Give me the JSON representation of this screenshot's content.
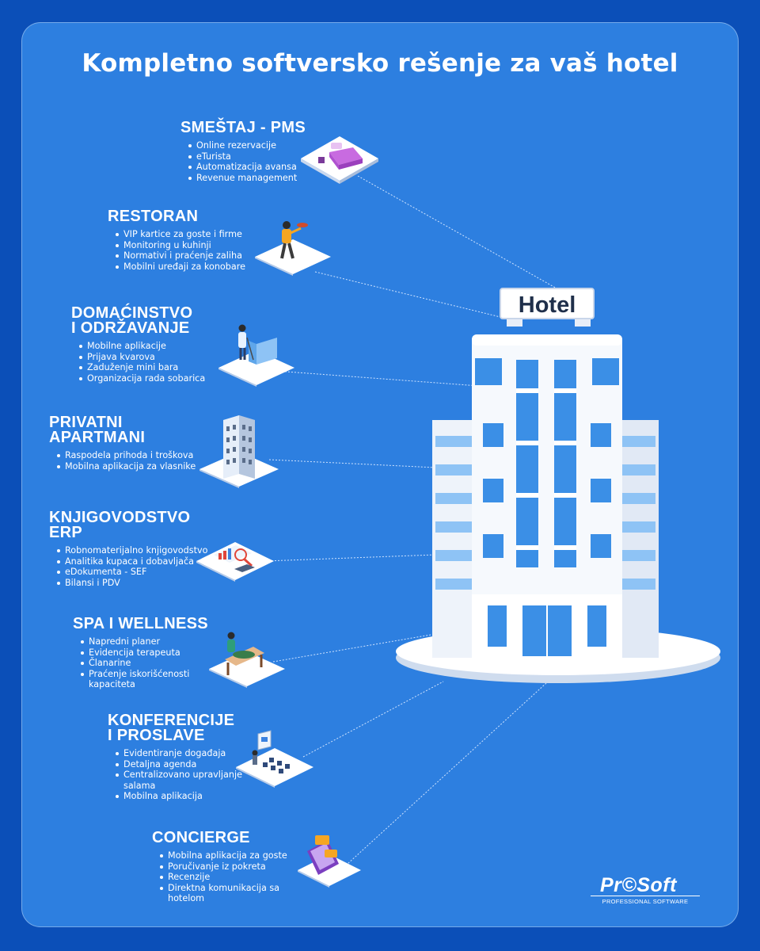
{
  "title": "Kompletno softversko rešenje za vaš hotel",
  "hotel_sign": "Hotel",
  "sections": [
    {
      "heading": "SMEŠTAJ - PMS",
      "icon": "bed-icon",
      "items": [
        "Online rezervacije",
        "eTurista",
        "Automatizacija avansa",
        "Revenue management"
      ]
    },
    {
      "heading": "RESTORAN",
      "icon": "waiter-icon",
      "items": [
        "VIP kartice za goste i firme",
        "Monitoring u kuhinji",
        "Normativi i praćenje zaliha",
        "Mobilni uređaji za konobare"
      ]
    },
    {
      "heading": "DOMAĆINSTVO\nI ODRŽAVANJE",
      "icon": "housekeeping-icon",
      "items": [
        "Mobilne aplikacije",
        "Prijava kvarova",
        "Zaduženje mini bara",
        "Organizacija rada sobarica"
      ]
    },
    {
      "heading": "PRIVATNI\nAPARTMANI",
      "icon": "apartment-building-icon",
      "items": [
        "Raspodela prihoda i troškova",
        "Mobilna aplikacija za vlasnike"
      ]
    },
    {
      "heading": "KNJIGOVODSTVO\nERP",
      "icon": "accounting-charts-icon",
      "items": [
        "Robnomaterijalno knjigovodstvo",
        "Analitika kupaca i dobavljača",
        "eDokumenta - SEF",
        "Bilansi i PDV"
      ]
    },
    {
      "heading": "SPA I WELLNESS",
      "icon": "massage-table-icon",
      "items": [
        "Napredni planer",
        "Evidencija terapeuta",
        "Članarine",
        "Praćenje iskorišćenosti\nkapaciteta"
      ]
    },
    {
      "heading": "KONFERENCIJE\nI PROSLAVE",
      "icon": "conference-room-icon",
      "items": [
        "Evidentiranje događaja",
        "Detaljna agenda",
        "Centralizovano upravljanje\nsalama",
        "Mobilna aplikacija"
      ]
    },
    {
      "heading": "CONCIERGE",
      "icon": "mobile-app-icon",
      "items": [
        "Mobilna aplikacija za goste",
        "Poručivanje iz pokreta",
        "Recenzije",
        "Direktna komunikacija sa\nhotelom"
      ]
    }
  ],
  "logo": {
    "brand": "Pr©Soft",
    "tagline": "PROFESSIONAL SOFTWARE"
  },
  "colors": {
    "background": "#0b4fb8",
    "card": "#2d7fe0",
    "accent": "#ffffff",
    "window": "#3b8fe6"
  }
}
